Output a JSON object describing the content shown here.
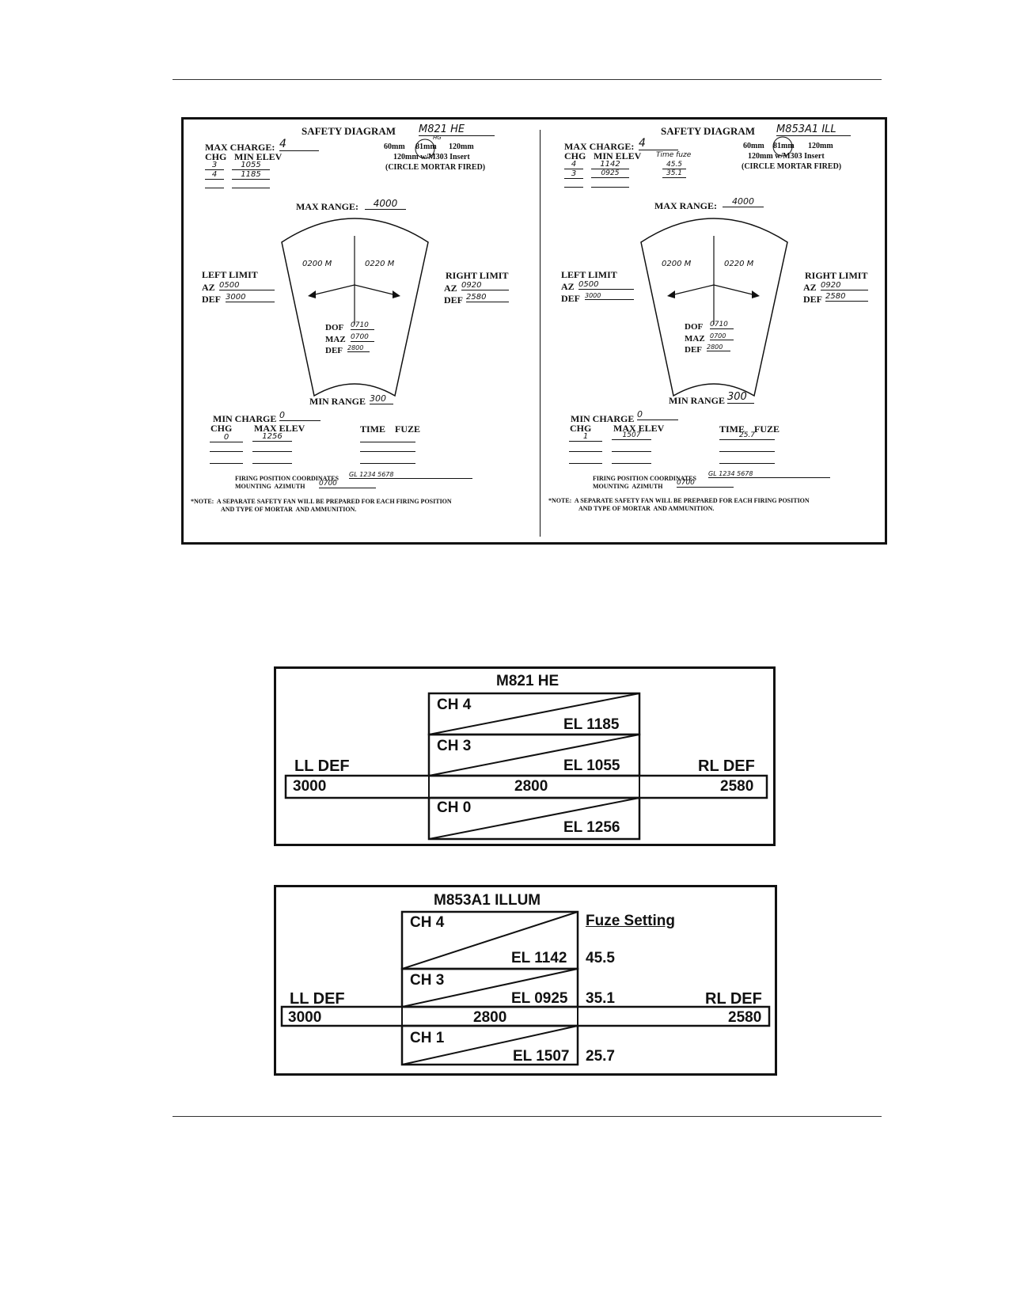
{
  "left_form": {
    "title": "SAFETY DIAGRAM",
    "title_value": "M821 HE",
    "max_charge_label": "MAX CHARGE:",
    "max_charge_value": "4",
    "mortar_sizes": [
      "60mm",
      "81mm",
      "120mm"
    ],
    "circled_mark": "HG",
    "insert_label": "120mm w/M303 Insert",
    "circle_note": "(CIRCLE MORTAR FIRED)",
    "chg_header": "CHG",
    "min_elev_header": "MIN ELEV",
    "chg_rows": [
      {
        "chg": "3",
        "elev": "1055"
      },
      {
        "chg": "4",
        "elev": "1185"
      }
    ],
    "max_range_label": "MAX RANGE:",
    "max_range_value": "4000",
    "left_limit_label": "LEFT LIMIT",
    "left_az_label": "AZ",
    "left_az_value": "0500",
    "left_def_label": "DEF",
    "left_def_value": "3000",
    "right_limit_label": "RIGHT LIMIT",
    "right_az_label": "AZ",
    "right_az_value": "0920",
    "right_def_label": "DEF",
    "right_def_value": "2580",
    "left_mark": "0200 M",
    "right_mark": "0220 M",
    "dof_label": "DOF",
    "dof_value": "0710",
    "maz_label": "MAZ",
    "maz_value": "0700",
    "center_def_label": "DEF",
    "center_def_value": "2800",
    "min_range_label": "MIN RANGE",
    "min_range_value": "300",
    "min_charge_label": "MIN CHARGE",
    "min_charge_value": "0",
    "max_elev_chg_header": "CHG",
    "max_elev_header": "MAX ELEV",
    "max_elev_rows": [
      {
        "chg": "0",
        "elev": "1256"
      }
    ],
    "time_fuze_header": "TIME    FUZE",
    "time_fuze_values": [],
    "coords_label": "FIRING POSITION COORDINATES",
    "coords_value": "GL 1234 5678",
    "mount_az_label": "MOUNTING  AZIMUTH",
    "mount_az_value": "0700",
    "note_line1": "*NOTE:  A SEPARATE SAFETY FAN WILL BE PREPARED FOR EACH FIRING POSITION",
    "note_line2": "AND TYPE OF MORTAR  AND AMMUNITION."
  },
  "right_form": {
    "title": "SAFETY DIAGRAM",
    "title_value": "M853A1 ILL",
    "max_charge_label": "MAX CHARGE:",
    "max_charge_value": "4",
    "mortar_sizes": [
      "60mm",
      "81mm",
      "120mm"
    ],
    "insert_label": "120mm w/M303 Insert",
    "circle_note": "(CIRCLE MORTAR FIRED)",
    "chg_header": "CHG",
    "min_elev_header": "MIN ELEV",
    "time_fuze_hand": "Time fuze",
    "chg_rows": [
      {
        "chg": "4",
        "elev": "1142",
        "fuze": "45.5"
      },
      {
        "chg": "3",
        "elev": "0925",
        "fuze": "35.1"
      }
    ],
    "max_range_label": "MAX RANGE:",
    "max_range_value": "4000",
    "left_limit_label": "LEFT LIMIT",
    "left_az_label": "AZ",
    "left_az_value": "0500",
    "left_def_label": "DEF",
    "left_def_value": "3000",
    "right_limit_label": "RIGHT LIMIT",
    "right_az_label": "AZ",
    "right_az_value": "0920",
    "right_def_label": "DEF",
    "right_def_value": "2580",
    "left_mark": "0200 M",
    "right_mark": "0220 M",
    "dof_label": "DOF",
    "dof_value": "0710",
    "maz_label": "MAZ",
    "maz_value": "0700",
    "center_def_label": "DEF",
    "center_def_value": "2800",
    "min_range_label": "MIN RANGE",
    "min_range_value": "300",
    "min_charge_label": "MIN CHARGE",
    "min_charge_value": "0",
    "max_elev_chg_header": "CHG",
    "max_elev_header": "MAX ELEV",
    "max_elev_rows": [
      {
        "chg": "1",
        "elev": "1507"
      }
    ],
    "time_fuze_header": "TIME    FUZE",
    "time_fuze_values": [
      "25.7"
    ],
    "coords_label": "FIRING POSITION COORDINATES",
    "coords_value": "GL 1234 5678",
    "mount_az_label": "MOUNTING  AZIMUTH",
    "mount_az_value": "0700",
    "note_line1": "*NOTE:  A SEPARATE SAFETY FAN WILL BE PREPARED FOR EACH FIRING POSITION",
    "note_line2": "AND TYPE OF MORTAR  AND AMMUNITION."
  },
  "he_card": {
    "title": "M821 HE",
    "ll_def_label": "LL DEF",
    "rl_def_label": "RL DEF",
    "ll_def_value": "3000",
    "center_def_value": "2800",
    "rl_def_value": "2580",
    "charges": [
      {
        "ch": "CH 4",
        "el": "EL 1185"
      },
      {
        "ch": "CH 3",
        "el": "EL 1055"
      },
      {
        "ch": "CH 0",
        "el": "EL 1256"
      }
    ]
  },
  "illum_card": {
    "title": "M853A1 ILLUM",
    "fuze_header": "Fuze Setting",
    "ll_def_label": "LL DEF",
    "rl_def_label": "RL DEF",
    "ll_def_value": "3000",
    "center_def_value": "2800",
    "rl_def_value": "2580",
    "charges": [
      {
        "ch": "CH 4",
        "el": "EL 1142",
        "fuze": "45.5"
      },
      {
        "ch": "CH 3",
        "el": "EL 0925",
        "fuze": "35.1"
      },
      {
        "ch": "CH 1",
        "el": "EL 1507",
        "fuze": "25.7"
      }
    ]
  }
}
